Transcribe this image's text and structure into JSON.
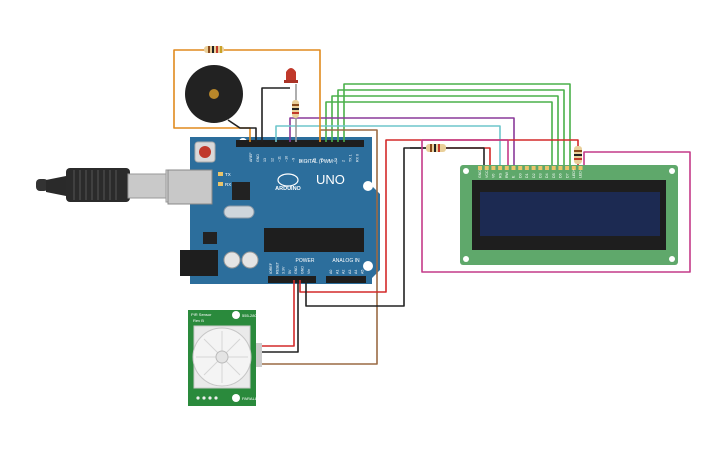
{
  "board": {
    "brand": "UNO",
    "logo": "ARDUINO",
    "digital_label": "DIGITAL (PWM~)",
    "power_label": "POWER",
    "analog_label": "ANALOG IN",
    "led_labels": [
      "TX",
      "RX"
    ],
    "digital_pins": [
      "AREF",
      "GND",
      "13",
      "12",
      "~11",
      "~10",
      "~9",
      "8",
      "7",
      "~6",
      "~5",
      "4",
      "~3",
      "2",
      "TX 1",
      "RX 0"
    ],
    "power_pins": [
      "IOREF",
      "RESET",
      "3.3V",
      "5V",
      "GND",
      "GND",
      "Vin"
    ],
    "analog_pins": [
      "A0",
      "A1",
      "A2",
      "A3",
      "A4",
      "A5"
    ]
  },
  "pir": {
    "title_line1": "PIR Sensor",
    "title_line2": "Rev B",
    "part_top": "555-28027",
    "part_bottom": "PARALLAX"
  },
  "lcd": {
    "pin_labels": [
      "GND",
      "VCC",
      "V0",
      "RS",
      "RW",
      "E",
      "D0",
      "D1",
      "D2",
      "D3",
      "D4",
      "D5",
      "D6",
      "D7",
      "LED+",
      "LED-"
    ]
  },
  "colors": {
    "board": "#2c6e9c",
    "lcd_pcb": "#5fa86b",
    "lcd_screen": "#1c2a52",
    "pir_pcb": "#2a8a3c",
    "wire_green": "#4ab04a",
    "wire_purple": "#8a3a9a",
    "wire_cyan": "#6ec6cc",
    "wire_red": "#d42a2a",
    "wire_black": "#222222",
    "wire_brown": "#9a6a44",
    "wire_magenta": "#c43a88",
    "wire_orange": "#e08a1e"
  }
}
